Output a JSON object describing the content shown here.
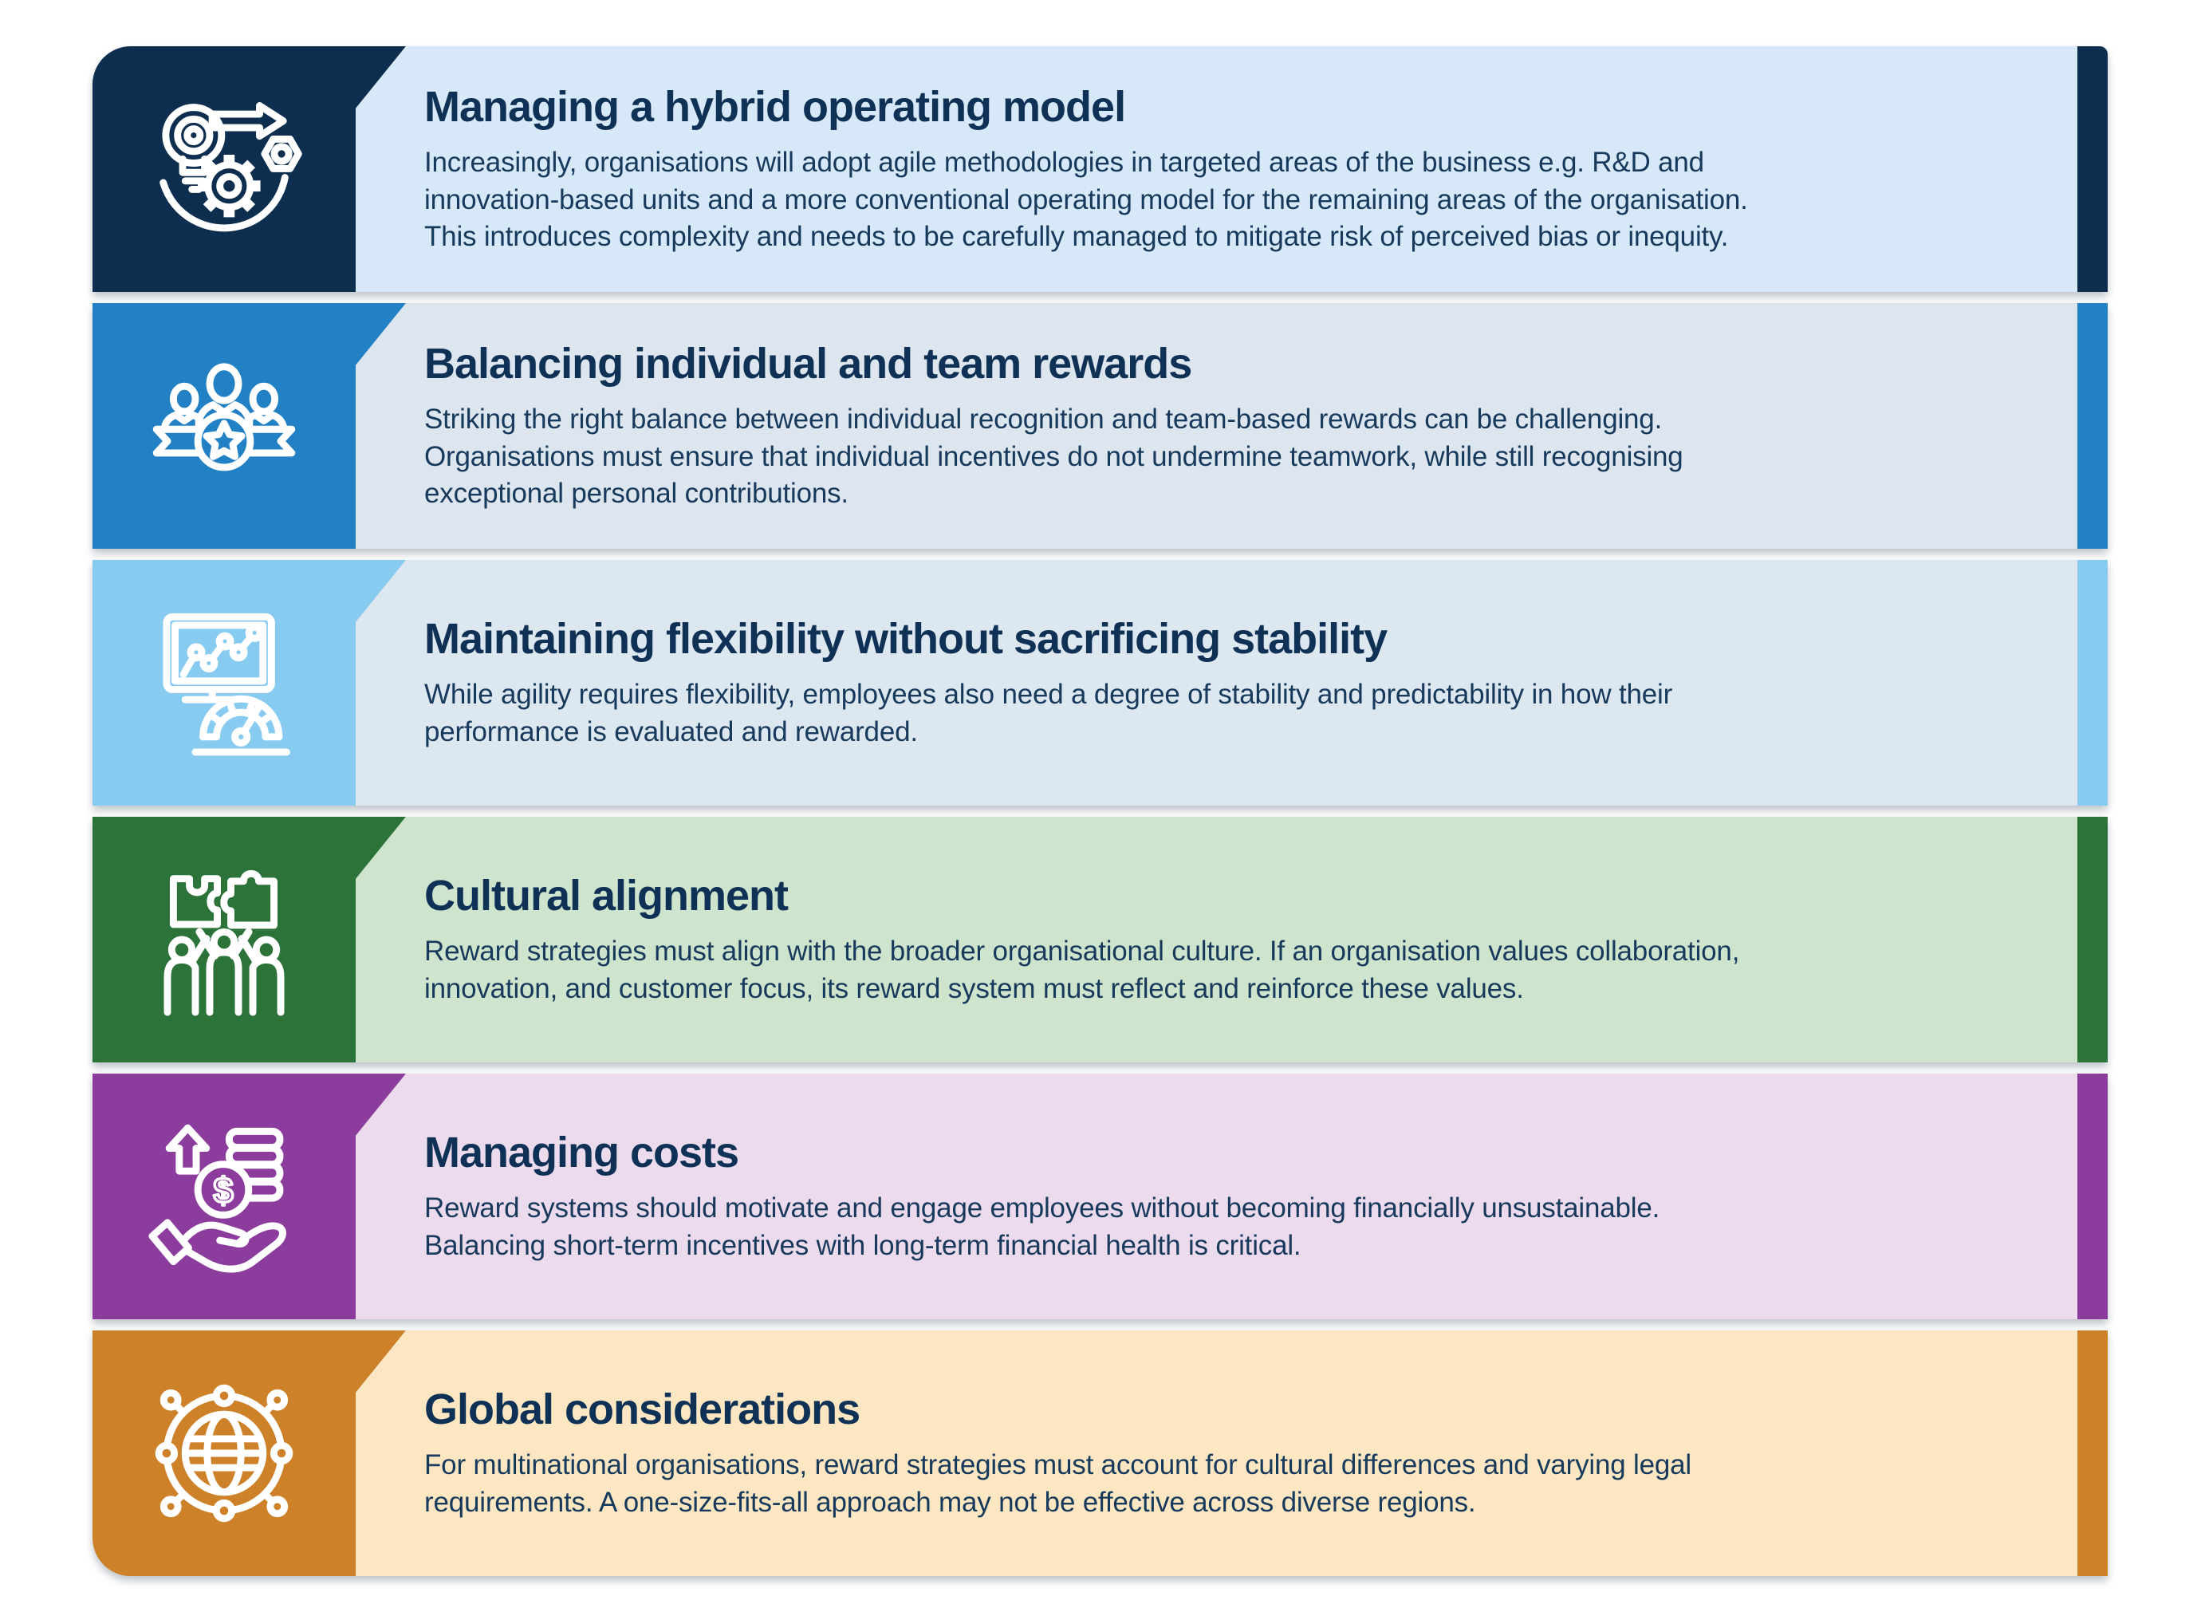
{
  "figure": {
    "theme": {
      "background": "#ffffff",
      "title_color": "#0f3156",
      "body_color": "#17395c"
    },
    "rows": [
      {
        "icon": "hybrid-model-icon",
        "title": "Managing a hybrid operating model",
        "body": "Increasingly, organisations will adopt agile methodologies in targeted areas of the business e.g. R&D and\ninnovation-based units and a more conventional operating model for the remaining areas of the organisation.\nThis introduces complexity and needs to be carefully managed to mitigate risk of perceived bias or inequity.",
        "colors": {
          "band": "#0d2e4e",
          "panel": "#d7e9f8"
        }
      },
      {
        "icon": "team-rewards-icon",
        "title": "Balancing individual and team rewards",
        "body": "Striking the right balance between individual recognition and team-based rewards can be challenging.\nOrganisations must ensure that individual incentives do not undermine teamwork, while still recognising\nexceptional personal contributions.",
        "colors": {
          "band": "#2280c5",
          "panel": "#dde6ef"
        }
      },
      {
        "icon": "dashboard-gauge-icon",
        "title": "Maintaining flexibility without sacrificing stability",
        "body": "While agility requires flexibility, employees also need a degree of stability and predictability in how their\nperformance is evaluated and rewarded.",
        "colors": {
          "band": "#87cbf1",
          "panel": "#dde7f0"
        }
      },
      {
        "icon": "puzzle-people-icon",
        "title": "Cultural alignment",
        "body": "Reward strategies must align with the broader organisational culture. If an organisation values collaboration,\ninnovation, and customer focus, its reward system must reflect and reinforce these values.",
        "colors": {
          "band": "#2c7339",
          "panel": "#cfe4cd"
        }
      },
      {
        "icon": "hand-coins-icon",
        "title": "Managing costs",
        "body": "Reward systems should motivate and engage employees without becoming financially unsustainable.\nBalancing short-term incentives with long-term financial health is critical.",
        "colors": {
          "band": "#8b3c9c",
          "panel": "#ecdaed"
        }
      },
      {
        "icon": "globe-network-icon",
        "title": "Global considerations",
        "body": "For multinational organisations, reward strategies must account for cultural differences and varying legal\nrequirements. A one-size-fits-all approach may not be effective across diverse regions.",
        "colors": {
          "band": "#cd8129",
          "panel": "#fde7c2"
        }
      }
    ]
  }
}
